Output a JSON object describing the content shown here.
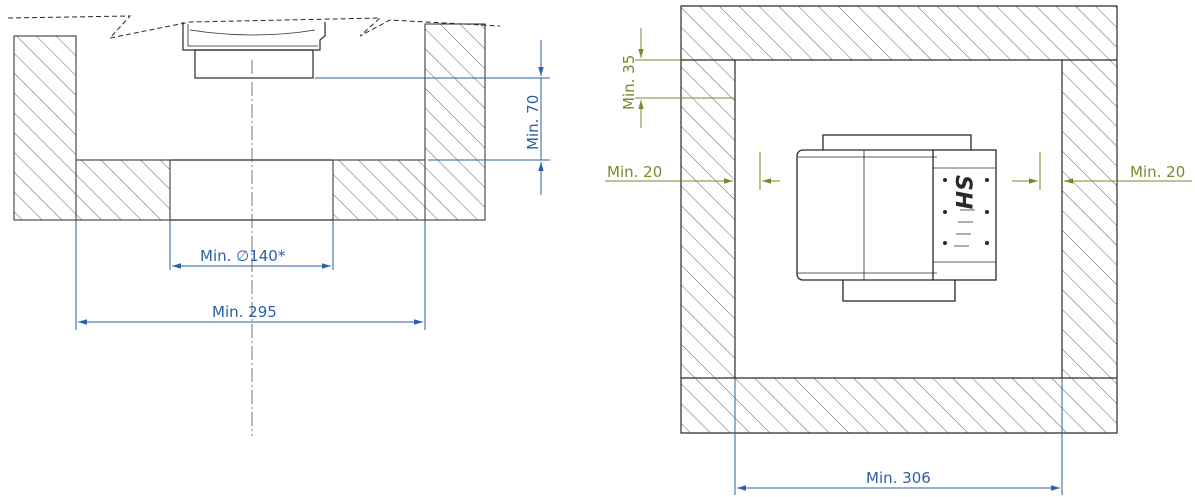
{
  "colors": {
    "dimension_blue": "#2b5fa6",
    "dimension_green": "#7a8a2a",
    "line": "#2a2a2a"
  },
  "left_view": {
    "dim_diameter": "Min. ∅140*",
    "dim_width": "Min. 295",
    "dim_height": "Min. 70"
  },
  "right_view": {
    "dim_top": "Min. 35",
    "dim_left": "Min. 20",
    "dim_right": "Min. 20",
    "dim_width": "Min. 306",
    "logo": "SH"
  }
}
